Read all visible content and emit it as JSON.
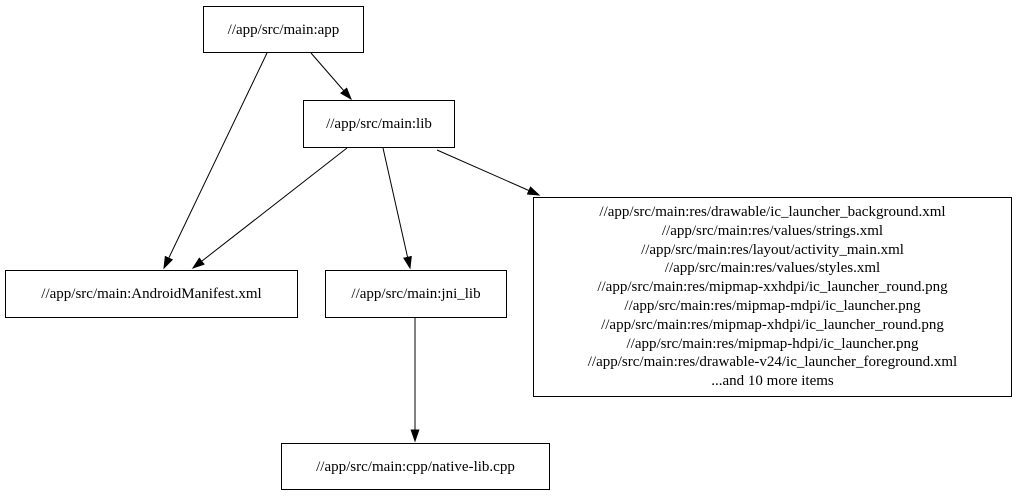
{
  "graph": {
    "background_color": "#ffffff",
    "node_border_color": "#000000",
    "edge_color": "#000000",
    "text_color": "#000000",
    "nodes": {
      "app": {
        "label": "//app/src/main:app"
      },
      "lib": {
        "label": "//app/src/main:lib"
      },
      "android_manifest": {
        "label": "//app/src/main:AndroidManifest.xml"
      },
      "jni_lib": {
        "label": "//app/src/main:jni_lib"
      },
      "resources": {
        "lines": [
          "//app/src/main:res/drawable/ic_launcher_background.xml",
          "//app/src/main:res/values/strings.xml",
          "//app/src/main:res/layout/activity_main.xml",
          "//app/src/main:res/values/styles.xml",
          "//app/src/main:res/mipmap-xxhdpi/ic_launcher_round.png",
          "//app/src/main:res/mipmap-mdpi/ic_launcher.png",
          "//app/src/main:res/mipmap-xhdpi/ic_launcher_round.png",
          "//app/src/main:res/mipmap-hdpi/ic_launcher.png",
          "//app/src/main:res/drawable-v24/ic_launcher_foreground.xml",
          "...and 10 more items"
        ]
      },
      "native_lib_cpp": {
        "label": "//app/src/main:cpp/native-lib.cpp"
      }
    },
    "edges": [
      {
        "from": "app",
        "to": "lib"
      },
      {
        "from": "app",
        "to": "android_manifest"
      },
      {
        "from": "lib",
        "to": "android_manifest"
      },
      {
        "from": "lib",
        "to": "jni_lib"
      },
      {
        "from": "lib",
        "to": "resources"
      },
      {
        "from": "jni_lib",
        "to": "native_lib_cpp"
      }
    ]
  }
}
